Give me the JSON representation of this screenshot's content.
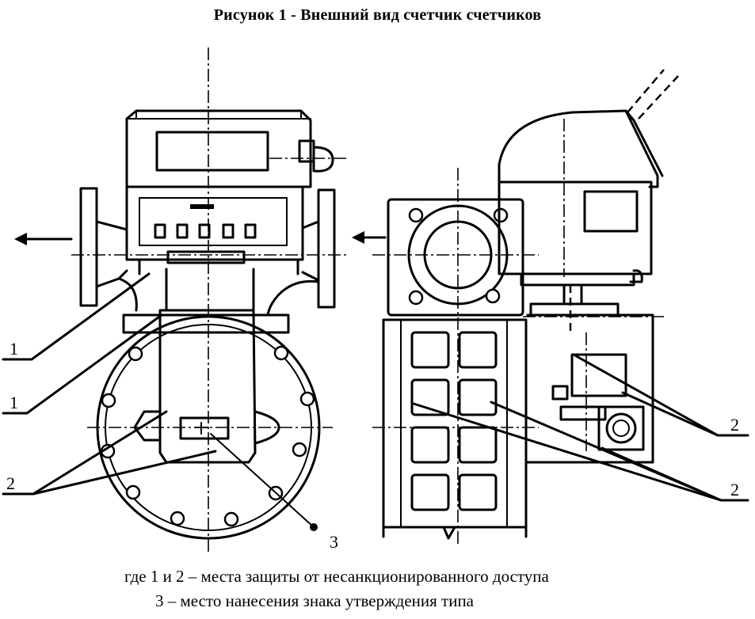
{
  "figure": {
    "title": "Рисунок 1 - Внешний вид счетчик счетчиков",
    "callouts": {
      "one_a": "1",
      "one_b": "1",
      "two_left": "2",
      "two_right_top": "2",
      "two_right_bottom": "2",
      "three": "3"
    },
    "legend": {
      "line1": "где 1 и 2 – места защиты от несанкционированного доступа",
      "line2": "3 – место нанесения знака утверждения типа"
    }
  }
}
